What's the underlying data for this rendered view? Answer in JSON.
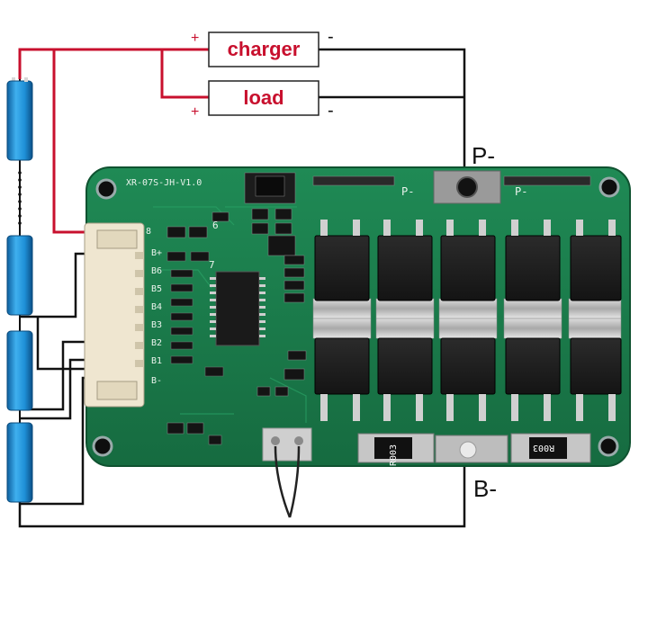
{
  "labels": {
    "charger": "charger",
    "load": "load",
    "plus": "+",
    "minus": "-",
    "p_minus": "P-",
    "b_minus": "B-"
  },
  "board": {
    "model": "XR-07S-JH-V1.0",
    "p_marker": "P-",
    "resistor_code": "R003",
    "connector_pins": [
      "8",
      "B+",
      "B6",
      "B5",
      "B4",
      "B3",
      "B2",
      "B1",
      "B-"
    ],
    "pin7": "7",
    "pin6": "6"
  },
  "colors": {
    "positive_wire": "#c8102e",
    "negative_wire": "#111111",
    "cell": "#1e8fd6",
    "pcb": "#1a7a4a",
    "box_border": "#222222"
  }
}
